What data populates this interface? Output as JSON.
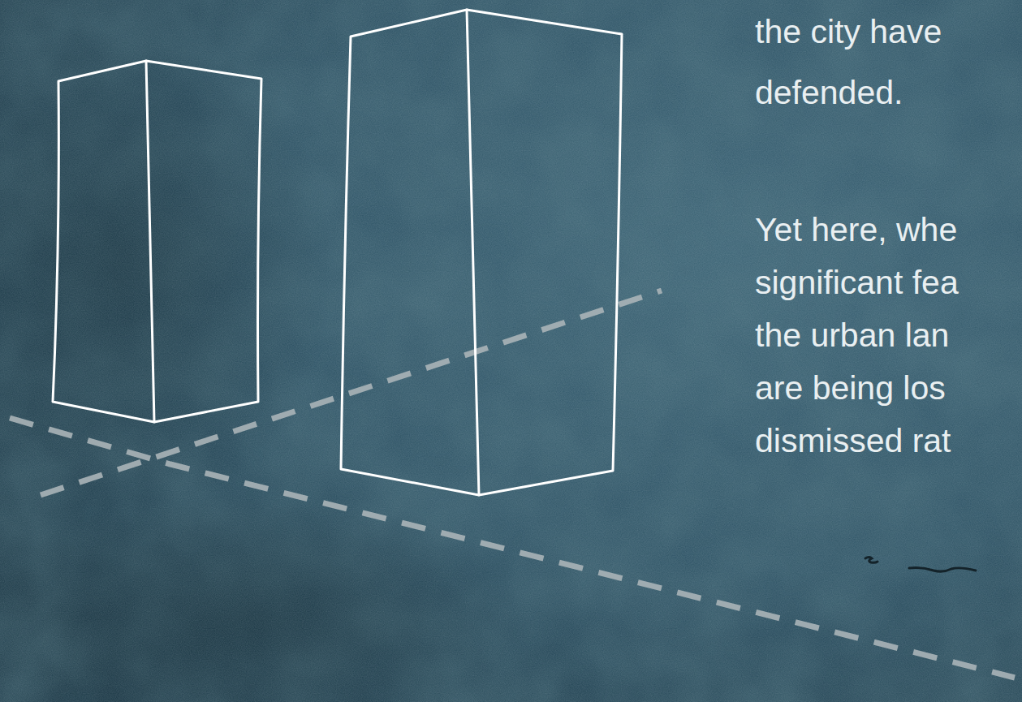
{
  "diagram": {
    "labels": [
      "the city have",
      "defended.",
      "Yet here, whe",
      "significant fea",
      "the urban lan",
      "are being los",
      "dismissed rat"
    ]
  }
}
